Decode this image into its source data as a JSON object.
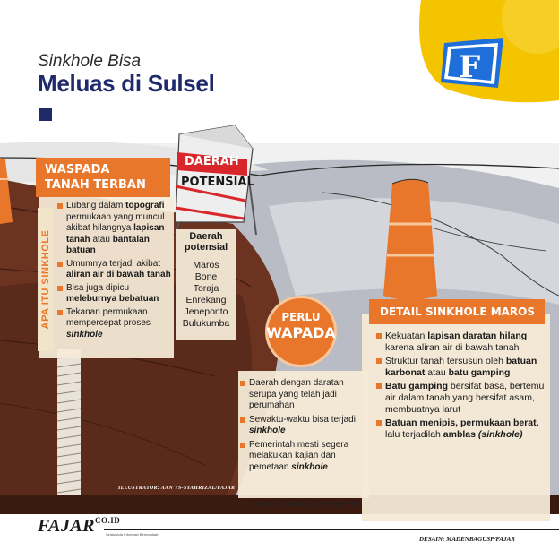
{
  "header": {
    "subtitle": "Sinkhole Bisa",
    "title": "Meluas di Sulsel"
  },
  "logo": {
    "letter": "F",
    "icon": "fajar-logo-icon"
  },
  "sign": {
    "line1": "DAERAH",
    "line2": "POTENSIAL"
  },
  "waspada": {
    "tag_line1": "WASPADA",
    "tag_line2": "TANAH TERBAN",
    "vertical_label": "APA ITU SINKHOLE"
  },
  "daerah_potensial": {
    "heading_line1": "Daerah",
    "heading_line2": "potensial",
    "items": [
      "Maros",
      "Bone",
      "Toraja",
      "Enrekang",
      "Jeneponto",
      "Bulukumba"
    ]
  },
  "perlu_wapada": {
    "line1": "PERLU",
    "line2": "WAPADA"
  },
  "detail": {
    "tag": "DETAIL SINKHOLE MAROS"
  },
  "source": "Sumber: Geolog (ism-gsa-rin)",
  "credits": {
    "illustrator": "ILLUSTRATOR: AAN'YS-SYAHRIZAL/FAJAR",
    "desain": "DESAIN: MADENBAGUSP/FAJAR",
    "brand": "FAJAR",
    "brand_suffix": "CO.ID",
    "brand_tagline": "Selalu Ada Informasi Bermanfaat"
  },
  "colors": {
    "accent_orange": "#e8762b",
    "title_navy": "#1f2a6b",
    "logo_yellow": "#f5c400",
    "logo_blue": "#1e6fd9",
    "panel_cream": "#f4ead6",
    "soil_brown": "#6b3320"
  }
}
